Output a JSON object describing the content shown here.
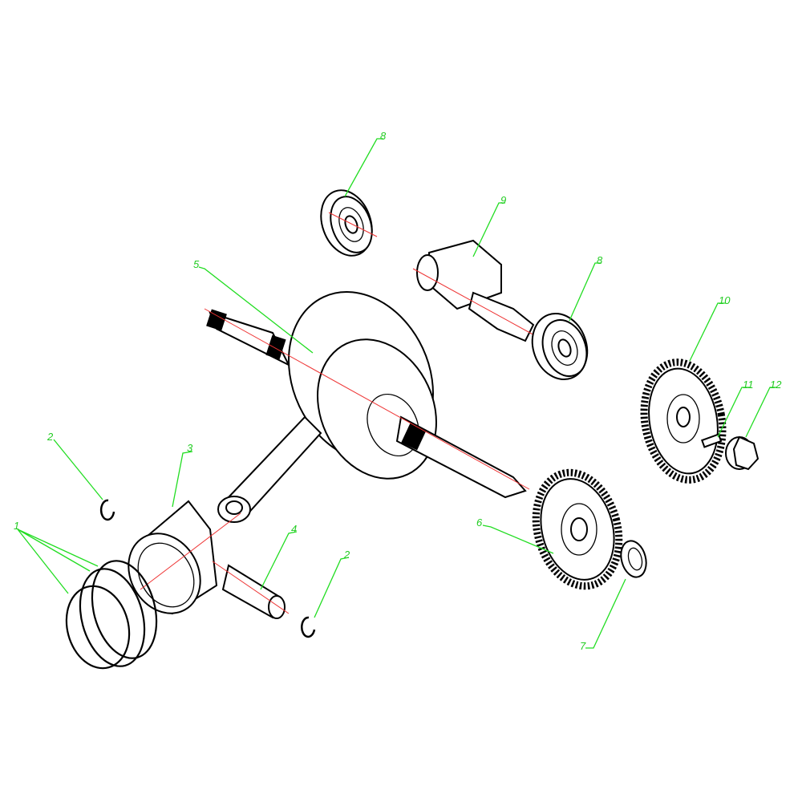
{
  "callouts": [
    {
      "id": "piston-rings",
      "label": "1"
    },
    {
      "id": "piston-pin-clip-left",
      "label": "2"
    },
    {
      "id": "piston",
      "label": "3"
    },
    {
      "id": "piston-pin",
      "label": "4"
    },
    {
      "id": "crankshaft",
      "label": "5"
    },
    {
      "id": "drive-gear",
      "label": "6"
    },
    {
      "id": "nut",
      "label": "7"
    },
    {
      "id": "bearing-top",
      "label": "8"
    },
    {
      "id": "balancer-shaft",
      "label": "9"
    },
    {
      "id": "bearing-right",
      "label": "8"
    },
    {
      "id": "balancer-gear",
      "label": "10"
    },
    {
      "id": "key",
      "label": "11"
    },
    {
      "id": "flange-nut",
      "label": "12"
    },
    {
      "id": "piston-pin-clip-right",
      "label": "2"
    }
  ],
  "colors": {
    "leader": "#22dd22",
    "centerline": "#ee3333",
    "outline": "#000000"
  }
}
